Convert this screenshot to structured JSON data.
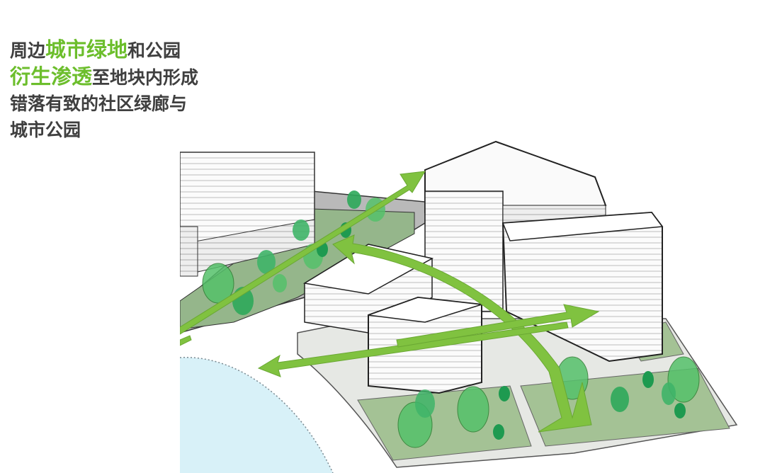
{
  "caption": {
    "line1_pre": "周边",
    "line1_hl": "城市绿地",
    "line1_post": "和公园",
    "line2_hl": "衍生渗透",
    "line2_post": "至地块内形成",
    "line3": "错落有致的社区绿廊与",
    "line4": "城市公园"
  },
  "colors": {
    "text": "#3f3f3f",
    "highlight": "#6cbe2c",
    "arrow": "#80c240",
    "lawn": "#a4c295",
    "plaza": "#e6e8e4",
    "water": "#d8f1f8",
    "tree_light": "#55c16a",
    "tree_dark": "#1e9a50"
  },
  "icons": [
    "green-flow-arrow-icon",
    "tree-icon"
  ]
}
